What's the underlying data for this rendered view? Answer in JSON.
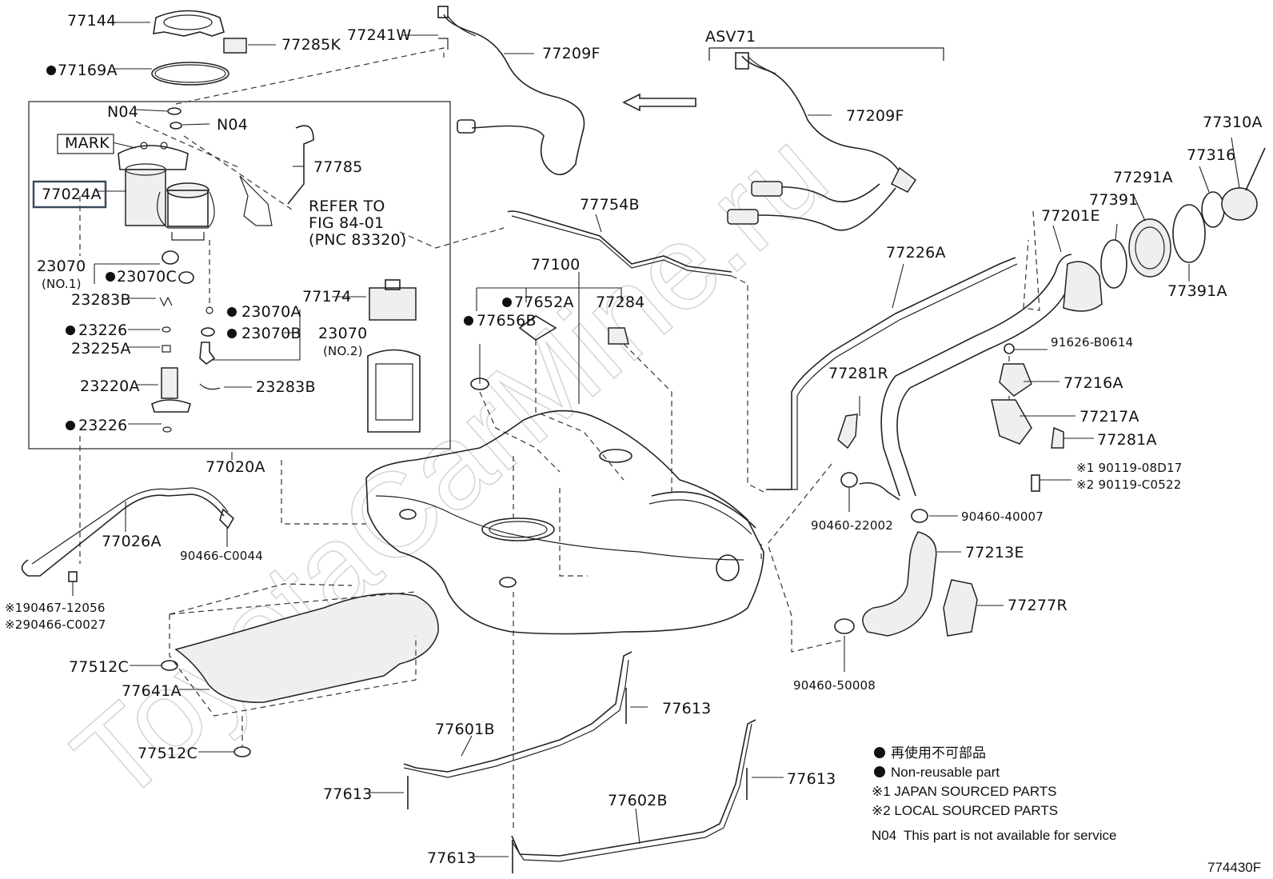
{
  "diagram": {
    "figure_number": "774430F",
    "watermark": "ToyotaCarMine.ru",
    "variant_label": "ASV71",
    "mark_label": "MARK",
    "highlighted_part": "77024A",
    "refer_to": [
      "REFER TO",
      "FIG 84-01",
      "(PNC 83320)"
    ],
    "parts": {
      "p77144": "77144",
      "p77285K": "77285K",
      "p77241W": "77241W",
      "p77209F_a": "77209F",
      "p77209F_b": "77209F",
      "p77169A": "77169A",
      "pN04_a": "N04",
      "pN04_b": "N04",
      "p77785": "77785",
      "p77024A": "77024A",
      "p23070_no1": "23070",
      "no1": "(NO.1)",
      "p23070C": "23070C",
      "p23283B_a": "23283B",
      "p77174": "77174",
      "p23070A": "23070A",
      "p23226_a": "23226",
      "p23070B": "23070B",
      "p23070_no2": "23070",
      "no2": "(NO.2)",
      "p23225A": "23225A",
      "p23220A": "23220A",
      "p23283B_b": "23283B",
      "p23226_b": "23226",
      "p77020A": "77020A",
      "p77754B": "77754B",
      "p77100": "77100",
      "p77652A": "77652A",
      "p77284": "77284",
      "p77656B": "77656B",
      "p77026A": "77026A",
      "p90466_C0044": "90466-C0044",
      "p90467_12056": "※190467-12056",
      "p90466_C0027": "※290466-C0027",
      "p77512C_a": "77512C",
      "p77641A": "77641A",
      "p77512C_b": "77512C",
      "p77613_a": "77613",
      "p77601B": "77601B",
      "p77613_b": "77613",
      "p77613_c": "77613",
      "p77602B": "77602B",
      "p77613_d": "77613",
      "p77310A": "77310A",
      "p77316": "77316",
      "p77291A": "77291A",
      "p77391": "77391",
      "p77201E": "77201E",
      "p77226A": "77226A",
      "p77391A": "77391A",
      "p91626_B0614": "91626-B0614",
      "p77216A": "77216A",
      "p77281R": "77281R",
      "p77217A": "77217A",
      "p77281A": "77281A",
      "p90119_08D17": "※1 90119-08D17",
      "p90119_C0522": "※2 90119-C0522",
      "p90460_22002": "90460-22002",
      "p90460_40007": "90460-40007",
      "p77213E": "77213E",
      "p77277R": "77277R",
      "p90460_50008": "90460-50008"
    }
  },
  "legend": {
    "non_reusable_jp": "再使用不可部品",
    "non_reusable_en": "Non-reusable part",
    "note1": "※1 JAPAN SOURCED PARTS",
    "note2": "※2 LOCAL SOURCED PARTS",
    "n04_code": "N04",
    "n04_text": "This part is not available for service"
  },
  "colors": {
    "line": "#222222",
    "highlight_box": "#3a4a5c",
    "watermark": "#d6d6d6"
  }
}
